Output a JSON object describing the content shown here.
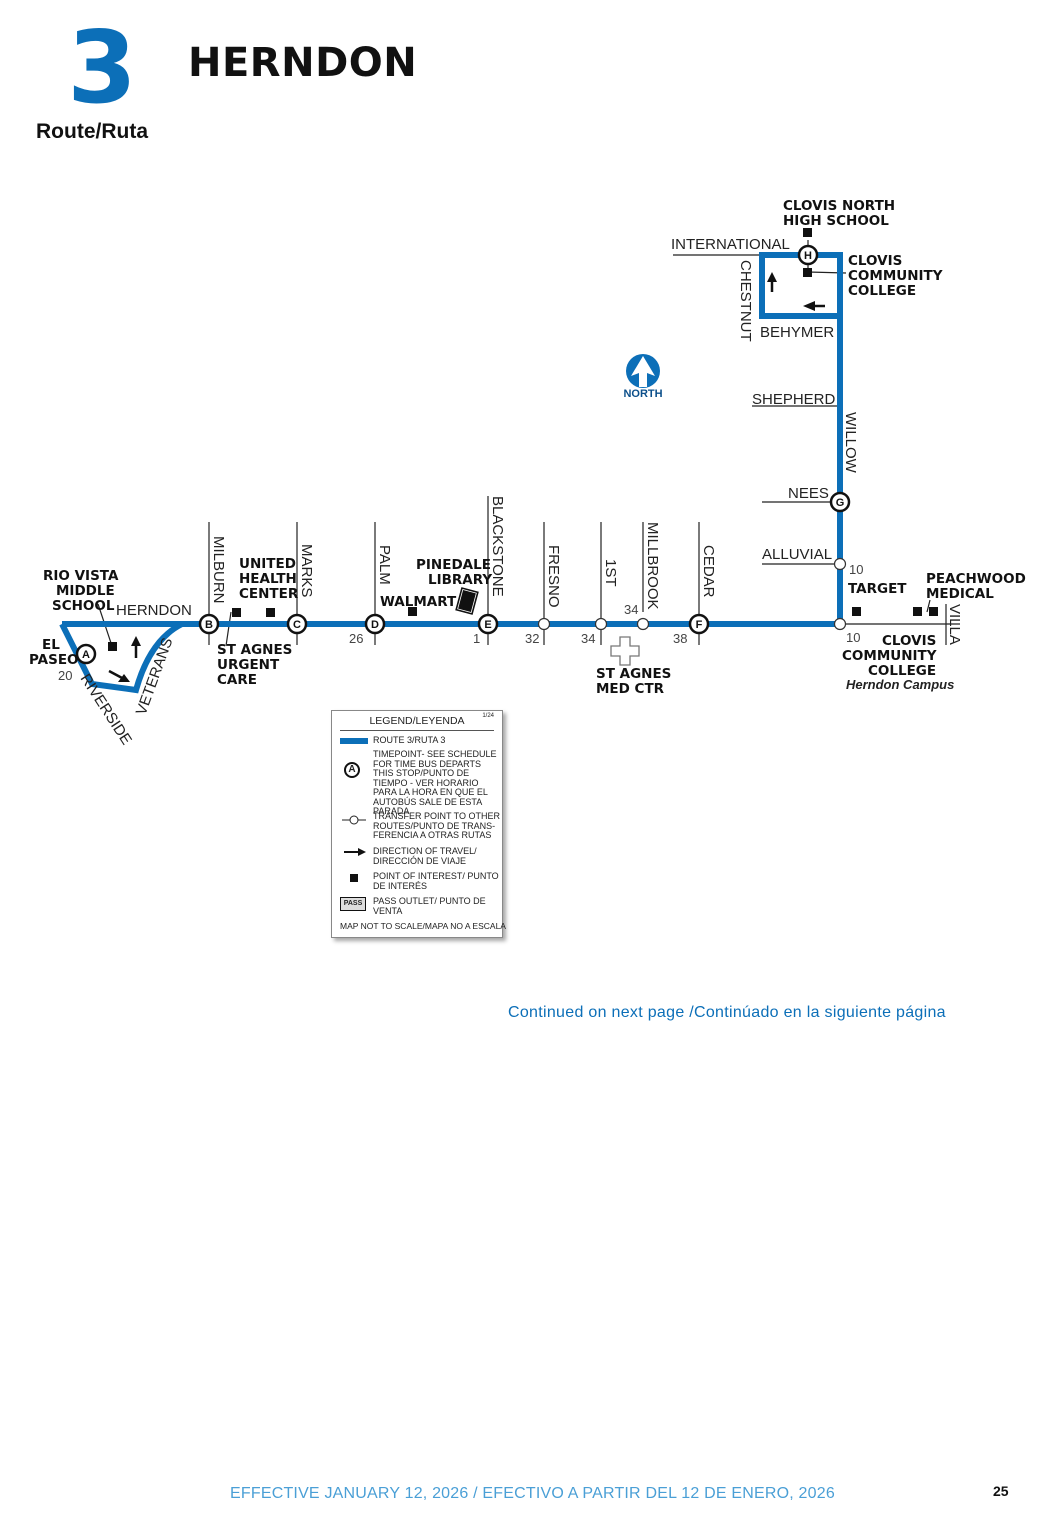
{
  "header": {
    "route_number": "3",
    "route_label": "Route/Ruta",
    "title": "HERNDON"
  },
  "colors": {
    "route": "#0c6fb8",
    "street": "#222222",
    "footer_text": "#4a9fd6"
  },
  "icons": [
    "north-arrow-icon",
    "hospital-cross-icon",
    "library-book-icon",
    "timepoint-circle-icon",
    "transfer-point-icon",
    "direction-arrow-icon",
    "poi-square-icon",
    "pass-outlet-icon"
  ],
  "map": {
    "north_label": "NORTH",
    "streets": {
      "herndon": "HERNDON",
      "milburn": "MILBURN",
      "marks": "MARKS",
      "palm": "PALM",
      "blackstone": "BLACKSTONE",
      "fresno": "FRESNO",
      "first": "1ST",
      "millbrook": "MILLBROOK",
      "cedar": "CEDAR",
      "willow": "WILLOW",
      "alluvial": "ALLUVIAL",
      "nees": "NEES",
      "shepherd": "SHEPHERD",
      "behymer": "BEHYMER",
      "chestnut": "CHESTNUT",
      "international": "INTERNATIONAL",
      "villa": "VILLA",
      "riverside": "RIVERSIDE",
      "veterans": "VETERANS"
    },
    "timepoints": [
      "A",
      "B",
      "C",
      "D",
      "E",
      "F",
      "G",
      "H"
    ],
    "transfer_routes": {
      "el_paseo": "20",
      "palm": "26",
      "blackstone": "1",
      "fresno": "32",
      "first": "34",
      "millbrook": "34",
      "cedar": "38",
      "alluvial": "10",
      "willow": "10"
    },
    "poi": {
      "rio_vista": [
        "RIO VISTA",
        "MIDDLE",
        "SCHOOL"
      ],
      "el_paseo": [
        "EL",
        "PASEO"
      ],
      "united_health": [
        "UNITED",
        "HEALTH",
        "CENTER"
      ],
      "st_agnes_urgent": [
        "ST AGNES",
        "URGENT",
        "CARE"
      ],
      "walmart": "WALMART",
      "pinedale_library": [
        "PINEDALE",
        "LIBRARY"
      ],
      "st_agnes_med": [
        "ST AGNES",
        "MED CTR"
      ],
      "target": "TARGET",
      "peachwood": [
        "PEACHWOOD",
        "MEDICAL"
      ],
      "clovis_cc_herndon": [
        "CLOVIS",
        "COMMUNITY",
        "COLLEGE"
      ],
      "herndon_campus": "Herndon Campus",
      "clovis_north": [
        "CLOVIS NORTH",
        "HIGH SCHOOL"
      ],
      "clovis_cc": [
        "CLOVIS",
        "COMMUNITY",
        "COLLEGE"
      ]
    }
  },
  "legend": {
    "title": "LEGEND/LEYENDA",
    "date": "1/24",
    "route": "ROUTE 3/RUTA 3",
    "timepoint_symbol": "A",
    "timepoint": "TIMEPOINT- SEE SCHEDULE FOR TIME BUS DEPARTS THIS STOP/PUNTO DE TIEMPO - VER HORARIO PARA LA HORA EN QUE EL AUTOBÚS SALE DE ESTA PARADA",
    "transfer": "TRANSFER POINT TO OTHER ROUTES/PUNTO DE TRANS-FERENCIA A OTRAS RUTAS",
    "direction": "DIRECTION OF TRAVEL/ DIRECCIÓN DE VIAJE",
    "poi": "POINT OF INTEREST/ PUNTO DE INTERÉS",
    "pass_symbol": "PASS",
    "pass": "PASS OUTLET/ PUNTO DE VENTA",
    "footer": "MAP NOT TO SCALE/MAPA NO A ESCALA"
  },
  "footer": {
    "continued": "Continued on next page /Continúado en la siguiente página",
    "effective": "EFFECTIVE JANUARY 12, 2026 / EFECTIVO A PARTIR DEL 12 DE ENERO, 2026",
    "page_number": "25"
  }
}
